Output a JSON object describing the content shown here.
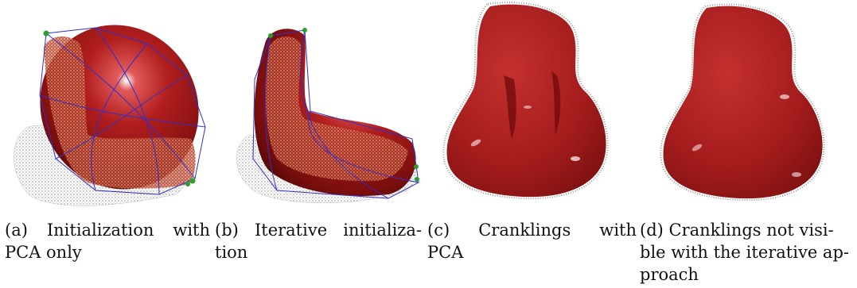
{
  "figure": {
    "panels": [
      {
        "id": "a",
        "caption_lines": [
          [
            "(a)",
            "Initialization",
            "with"
          ],
          [
            "PCA only"
          ]
        ]
      },
      {
        "id": "b",
        "caption_lines": [
          [
            "(b)",
            "Iterative",
            "initializa-"
          ],
          [
            "tion"
          ]
        ]
      },
      {
        "id": "c",
        "caption_lines": [
          [
            "(c)",
            "Cranklings",
            "with"
          ],
          [
            "PCA"
          ]
        ]
      },
      {
        "id": "d",
        "caption_lines": [
          [
            "(d) Cranklings not visi-"
          ],
          [
            "ble with the iterative ap-"
          ],
          [
            "proach"
          ]
        ]
      }
    ],
    "colors": {
      "superquadric_red": "#8e1515",
      "highlight": "#ffffff",
      "wireframe_blue": "#3030c8",
      "point_cloud_gray": "#9a9a9a",
      "point_cloud_orange": "#d98a3a",
      "control_point_green": "#2aa02a"
    }
  }
}
